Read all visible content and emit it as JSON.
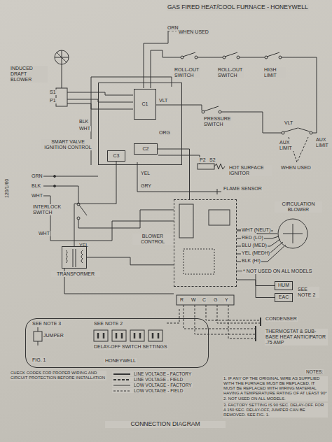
{
  "diagram": {
    "title": "GAS FIRED HEAT/COOL FURNACE - HONEYWELL",
    "caption": "CONNECTION DIAGRAM",
    "nodes": [
      {
        "text": [
          "SMART VALVE IGNITION CONTROL"
        ]
      },
      {
        "text": [
          "C1"
        ],
        "in": 0
      },
      {
        "text": [
          "C2"
        ],
        "in": 0
      },
      {
        "text": [
          "C3"
        ],
        "in": 0
      },
      {
        "text": [
          "BLOWER CONTROL"
        ]
      },
      {
        "text": [
          "TRANSFORMER"
        ]
      },
      {
        "text": [
          "CIRCULATION BLOWER"
        ]
      },
      {
        "text": [
          "HUM"
        ]
      },
      {
        "text": [
          "EAC"
        ]
      },
      {
        "text": [
          "SEE NOTE 3",
          "SEE NOTE 2",
          "JUMPER",
          "FIG. 1",
          "DELAY-OFF SWITCH SETTINGS",
          "HONEYWELL"
        ]
      }
    ],
    "edges": [
      {
        "from": 3,
        "to": 5,
        "arrow": "none"
      },
      {
        "from": 2,
        "to": 4,
        "arrow": "none"
      },
      {
        "from": 4,
        "to": 6,
        "arrow": "none"
      },
      {
        "from": 4,
        "to": 7,
        "arrow": "none"
      },
      {
        "from": 4,
        "to": 8,
        "arrow": "none"
      },
      {
        "from": 5,
        "to": 4,
        "arrow": "none"
      }
    ],
    "labels": [
      "ORN",
      "WHEN USED",
      "ROLL-OUT SWITCH",
      "ROLL-OUT SWITCH",
      "HIGH LIMIT",
      "INDUCED DRAFT BLOWER",
      "S1",
      "P1",
      "BLK",
      "WHT",
      "ORG",
      "VLT",
      "PRESSURE SWITCH",
      "VLT",
      "AUX LIMIT",
      "AUX LIMIT",
      "WHEN USED",
      "P2",
      "S2",
      "HOT SURFACE IGNITOR",
      "FLAME SENSOR",
      "GRY",
      "YEL",
      "GRN",
      "BLK",
      "WHT",
      "120/1/60",
      "INTERLOCK SWITCH",
      "WHT",
      "WHT (NEUT)",
      "RED (LO)",
      "BLU (MED)",
      "YEL (MEDH)",
      "BLK (HI)",
      "* NOT USED ON ALL MODELS",
      "SEE NOTE 2",
      "R",
      "W",
      "C",
      "G",
      "Y",
      "CONDENSER",
      "THERMOSTAT & SUB-BASE HEAT ANTICIPATOR .75 AMP",
      "YEL",
      "CHECK CODES FOR PROPER WIRING AND CIRCUIT PROTECTION BEFORE INSTALLATION",
      "NOTES:",
      "1. IF ANY OF THE ORIGINAL WIRE AS SUPPLIED WITH THE FURNACE MUST BE REPLACED, IT MUST BE REPLACED WITH WIRING MATERIAL HAVING A TEMPERATURE RATING OF AT LEAST 90° C.",
      "2. NOT USED ON ALL MODELS.",
      "3. FACTORY SETTING IS 90 SEC. DELAY-OFF. FOR A 150 SEC. DELAY-OFF, JUMPER CAN BE REMOVED. SEE FIG. 1."
    ],
    "legend": [
      {
        "text": "LINE VOLTAGE - FACTORY"
      },
      {
        "text": "LINE VOLTAGE - FIELD"
      },
      {
        "text": "LOW VOLTAGE - FACTORY"
      },
      {
        "text": "LOW VOLTAGE - FIELD"
      }
    ]
  }
}
